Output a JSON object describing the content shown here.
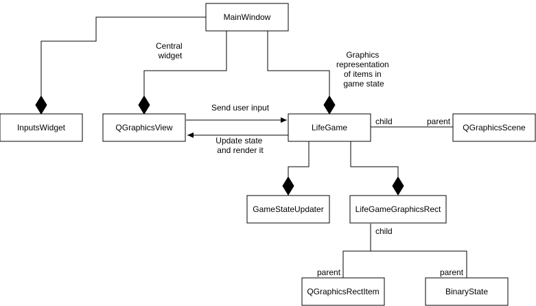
{
  "nodes": {
    "main_window": "MainWindow",
    "inputs_widget": "InputsWidget",
    "qgraphics_view": "QGraphicsView",
    "life_game": "LifeGame",
    "qgraphics_scene": "QGraphicsScene",
    "game_state_updater": "GameStateUpdater",
    "life_game_graphics_rect": "LifeGameGraphicsRect",
    "qgraphics_rect_item": "QGraphicsRectItem",
    "binary_state": "BinaryState"
  },
  "labels": {
    "central_widget": [
      "Central",
      "widget"
    ],
    "graphics_representation": [
      "Graphics",
      "representation",
      "of items in",
      "game state"
    ],
    "send_user_input": "Send user input",
    "update_state": [
      "Update state",
      "and render it"
    ],
    "scene_child": "child",
    "scene_parent": "parent",
    "rect_child": "child",
    "rect_item_parent": "parent",
    "binary_parent": "parent"
  }
}
